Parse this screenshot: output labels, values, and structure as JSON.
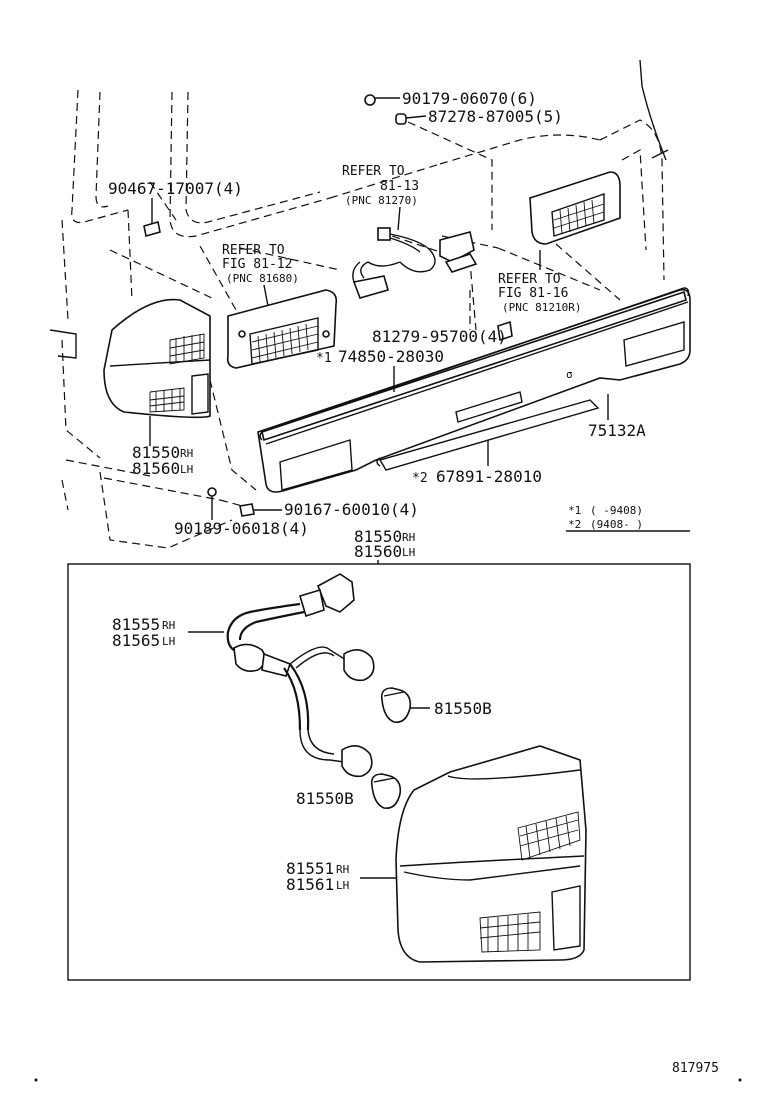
{
  "labels": {
    "p90179": "90179-06070(6)",
    "p87278": "87278-87005(5)",
    "refer1_a": "REFER TO",
    "refer1_b": "81-13",
    "refer1_c": "(PNC 81270)",
    "p90467": "90467-17007(4)",
    "refer2_a": "REFER TO",
    "refer2_b": "FIG 81-12",
    "refer2_c": "(PNC 81680)",
    "refer3_a": "REFER TO",
    "refer3_b": "FIG 81-16",
    "refer3_c": "(PNC 81210R)",
    "p81279": "81279-95700(4)",
    "star1": "*1",
    "p74850": "74850-28030",
    "p75132": "75132A",
    "p81550_top": "81550",
    "rh_top": "RH",
    "p81560_top": "81560",
    "lh_top": "LH",
    "star2": "*2",
    "p67891": "67891-28010",
    "p90167": "90167-60010(4)",
    "p90189": "90189-06018(4)",
    "note1_key": "*1",
    "note1_val": "(     -9408)",
    "note2_key": "*2",
    "note2_val": "(9408-     )",
    "p81550_box": "81550",
    "rh_box": "RH",
    "p81560_box": "81560",
    "lh_box": "LH",
    "p81555": "81555",
    "rh_555": "RH",
    "p81565": "81565",
    "lh_565": "LH",
    "p81550b_1": "81550B",
    "p81550b_2": "81550B",
    "p81551": "81551",
    "rh_551": "RH",
    "p81561": "81561",
    "lh_561": "LH",
    "diagram_id": "817975"
  }
}
